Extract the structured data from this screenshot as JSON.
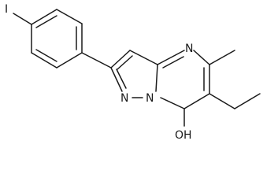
{
  "diagram": {
    "type": "chemical-structure",
    "atoms": {
      "iodine": "I",
      "n4": "N",
      "n1": "N",
      "n7a": "N",
      "hydroxyl": "OH"
    }
  }
}
